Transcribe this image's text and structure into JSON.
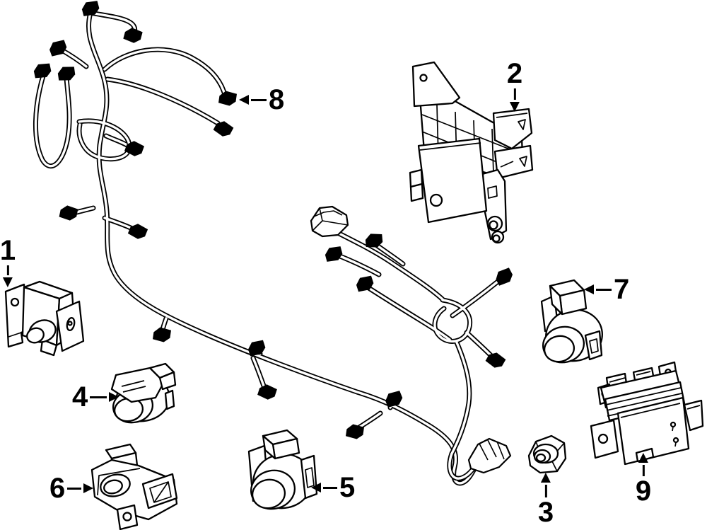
{
  "diagram": {
    "background_color": "#ffffff",
    "line_color": "#000000",
    "callouts": [
      {
        "label": "1"
      },
      {
        "label": "2"
      },
      {
        "label": "3"
      },
      {
        "label": "4"
      },
      {
        "label": "5"
      },
      {
        "label": "6"
      },
      {
        "label": "7"
      },
      {
        "label": "8"
      },
      {
        "label": "9"
      }
    ],
    "parts": [
      {
        "callout": "1",
        "icon": "impact-sensor-with-bracket-icon"
      },
      {
        "callout": "2",
        "icon": "module-mounting-bracket-icon"
      },
      {
        "callout": "3",
        "icon": "hex-flange-nut-icon"
      },
      {
        "callout": "4",
        "icon": "parking-distance-sensor-icon"
      },
      {
        "callout": "5",
        "icon": "parking-distance-sensor-icon"
      },
      {
        "callout": "6",
        "icon": "sensor-with-bracket-icon"
      },
      {
        "callout": "7",
        "icon": "parking-distance-sensor-icon"
      },
      {
        "callout": "8",
        "icon": "wiring-harness-icon"
      },
      {
        "callout": "9",
        "icon": "control-module-with-bracket-icon"
      }
    ]
  }
}
